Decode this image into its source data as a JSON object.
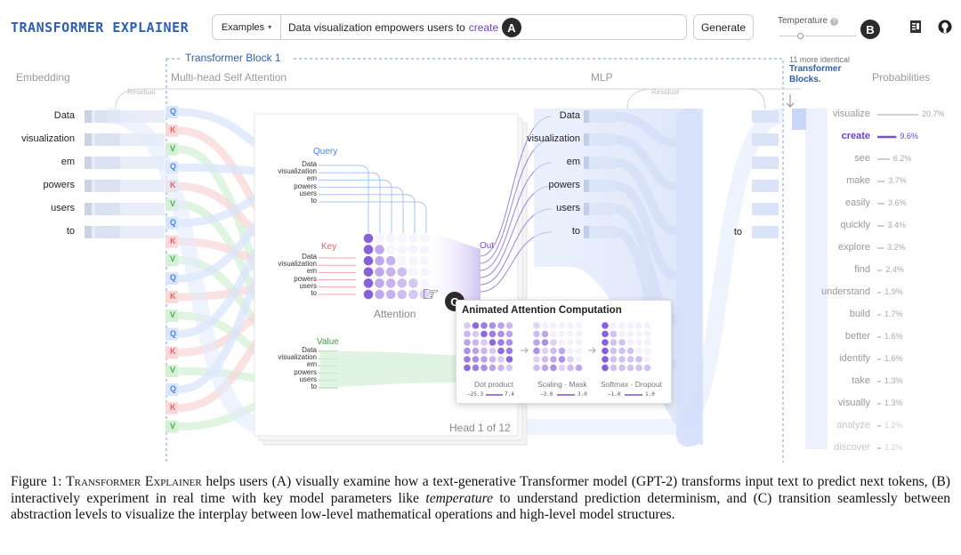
{
  "header": {
    "brand": "TRANSFORMER EXPLAINER",
    "examples_label": "Examples",
    "prompt_text": "Data visualization empowers users to",
    "prompt_highlight": "create",
    "generate_label": "Generate",
    "temperature_label": "Temperature",
    "temperature_level": 0.25
  },
  "callouts": {
    "a": "A",
    "b": "B",
    "c": "C"
  },
  "diagram": {
    "block_label": "Transformer Block 1",
    "embedding_label": "Embedding",
    "attention_label": "Multi-head Self Attention",
    "mlp_label": "MLP",
    "residual_label": "Residual",
    "more_blocks_prefix": "11 more identical",
    "more_blocks_link": "Transformer Blocks.",
    "probabilities_label": "Probabilities",
    "tokens": [
      "Data",
      "visualization",
      "em",
      "powers",
      "users",
      "to"
    ],
    "qkv": [
      "Q",
      "K",
      "V"
    ],
    "query_label": "Query",
    "key_label": "Key",
    "value_label": "Value",
    "out_label": "Out",
    "attention_caption": "Attention",
    "head_label": "Head 1 of 12",
    "last_token": "to"
  },
  "popup": {
    "title": "Animated Attention Computation",
    "steps": [
      "Dot product",
      "Scaling · Mask",
      "Softmax · Dropout"
    ],
    "ranges": [
      [
        "−25.3",
        "7.4"
      ],
      [
        "−3.0",
        "3.0"
      ],
      [
        "−1.0",
        "1.0"
      ]
    ]
  },
  "predictions": [
    {
      "word": "visualize",
      "pct": "20.7%",
      "value": 20.7
    },
    {
      "word": "create",
      "pct": "9.6%",
      "value": 9.6,
      "selected": true
    },
    {
      "word": "see",
      "pct": "6.2%",
      "value": 6.2
    },
    {
      "word": "make",
      "pct": "3.7%",
      "value": 3.7
    },
    {
      "word": "easily",
      "pct": "3.6%",
      "value": 3.6
    },
    {
      "word": "quickly",
      "pct": "3.4%",
      "value": 3.4
    },
    {
      "word": "explore",
      "pct": "3.2%",
      "value": 3.2
    },
    {
      "word": "find",
      "pct": "2.4%",
      "value": 2.4
    },
    {
      "word": "understand",
      "pct": "1.9%",
      "value": 1.9
    },
    {
      "word": "build",
      "pct": "1.7%",
      "value": 1.7
    },
    {
      "word": "better",
      "pct": "1.6%",
      "value": 1.6
    },
    {
      "word": "identify",
      "pct": "1.6%",
      "value": 1.6
    },
    {
      "word": "take",
      "pct": "1.3%",
      "value": 1.3
    },
    {
      "word": "visually",
      "pct": "1.3%",
      "value": 1.3
    },
    {
      "word": "analyze",
      "pct": "1.2%",
      "value": 1.2
    },
    {
      "word": "discover",
      "pct": "1.2%",
      "value": 1.2
    }
  ],
  "caption": {
    "prefix": "Figure 1: ",
    "brand": "Transformer Explainer",
    "part1": " helps users (A) visually examine how a text-generative Transformer model (GPT-2) transforms input text to predict next tokens, (B) interactively experiment in real time with key model parameters like ",
    "em": "temperature",
    "part2": " to understand prediction determinism, and (C) transition seamlessly between abstraction levels to visualize the interplay between low-level mathematical operations and high-level model structures."
  },
  "colors": {
    "brand": "#2f5fb3",
    "highlight": "#6b3fd3",
    "query": "#4a86e8",
    "key": "#e06666",
    "value": "#4caf50",
    "accent_purple": "#7b4fd6"
  }
}
